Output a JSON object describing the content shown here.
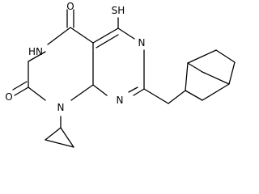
{
  "atoms": {
    "o_top": "O",
    "nh": "HN",
    "o_left": "O",
    "n1": "N",
    "sh": "SH",
    "n_right_top": "N",
    "n_right_bottom": "N"
  },
  "colors": {
    "bond": "#000000",
    "text": "#000000",
    "background": "#ffffff"
  }
}
